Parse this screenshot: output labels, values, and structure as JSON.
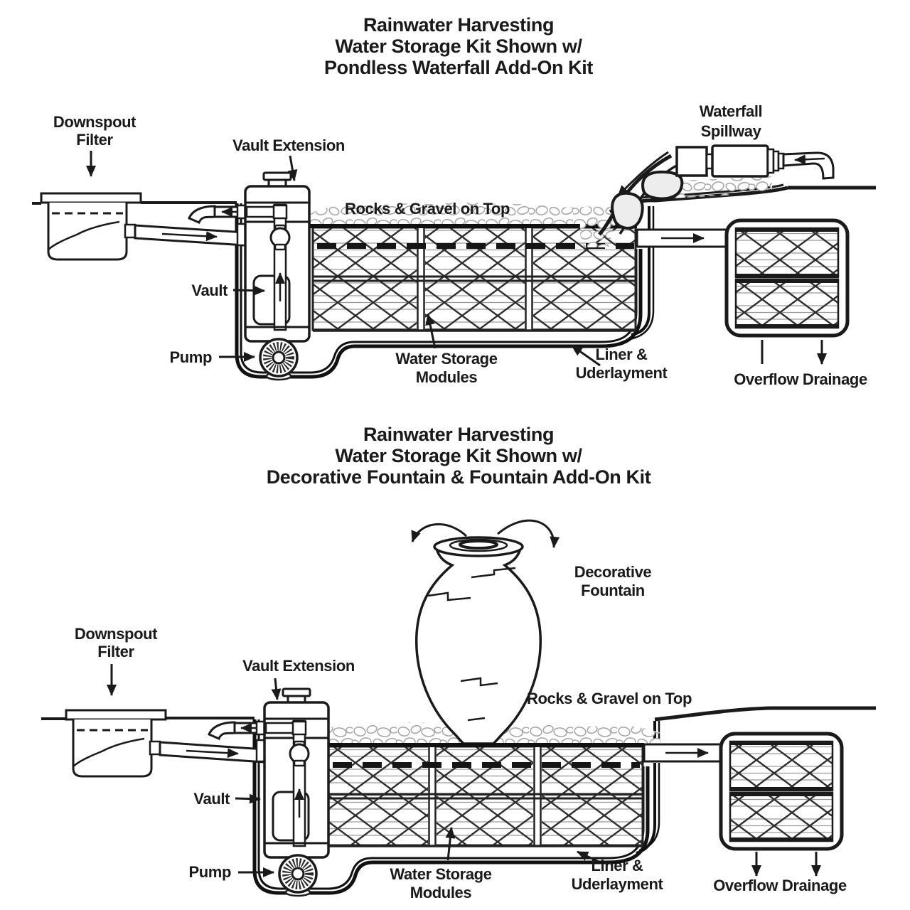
{
  "figure": {
    "background": "#ffffff",
    "ink_color": "#1a1a1a",
    "pebble_color": "#a8a8a8",
    "lattice_dark": "#2e2e2e",
    "lattice_light": "#9a9a9a"
  },
  "diagram1": {
    "title_lines": [
      "Rainwater Harvesting",
      "Water Storage Kit Shown w/",
      "Pondless Waterfall Add-On Kit"
    ],
    "labels": {
      "downspout_filter_1": "Downspout",
      "downspout_filter_2": "Filter",
      "vault_extension": "Vault Extension",
      "waterfall_spillway_1": "Waterfall",
      "waterfall_spillway_2": "Spillway",
      "rocks_gravel": "Rocks & Gravel on Top",
      "vault": "Vault",
      "pump": "Pump",
      "water_storage_1": "Water Storage",
      "water_storage_2": "Modules",
      "liner_1": "Liner &",
      "liner_2": "Uderlayment",
      "overflow": "Overflow Drainage"
    }
  },
  "diagram2": {
    "title_lines": [
      "Rainwater Harvesting",
      "Water Storage Kit Shown w/",
      "Decorative Fountain & Fountain Add-On Kit"
    ],
    "labels": {
      "downspout_filter_1": "Downspout",
      "downspout_filter_2": "Filter",
      "vault_extension": "Vault Extension",
      "decorative_fountain_1": "Decorative",
      "decorative_fountain_2": "Fountain",
      "rocks_gravel": "Rocks & Gravel on Top",
      "vault": "Vault",
      "pump": "Pump",
      "water_storage_1": "Water Storage",
      "water_storage_2": "Modules",
      "liner_1": "Liner &",
      "liner_2": "Uderlayment",
      "overflow": "Overflow Drainage"
    }
  }
}
